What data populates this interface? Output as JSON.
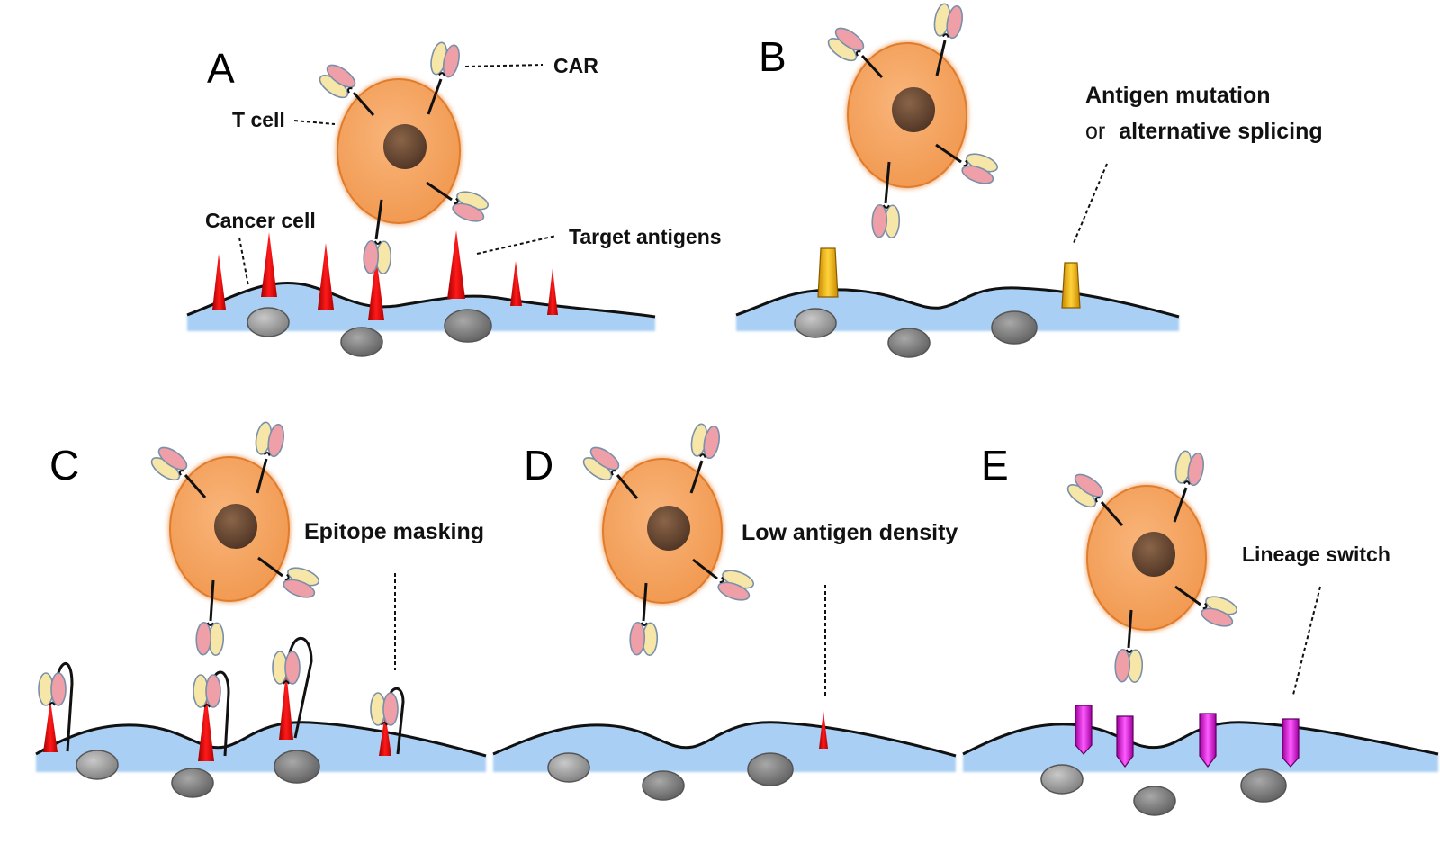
{
  "panels": {
    "a": {
      "letter": "A",
      "t_cell_label": "T cell",
      "car_label": "CAR",
      "cancer_cell_label": "Cancer cell",
      "target_antigens_label": "Target antigens"
    },
    "b": {
      "letter": "B",
      "callout_line1": "Antigen mutation",
      "callout_or": "or",
      "callout_line2": "alternative splicing"
    },
    "c": {
      "letter": "C",
      "callout": "Epitope masking"
    },
    "d": {
      "letter": "D",
      "callout": "Low antigen density"
    },
    "e": {
      "letter": "E",
      "callout": "Lineage switch"
    }
  },
  "colors": {
    "t_cell": "#f7a765",
    "nucleus": "#6b4a36",
    "membrane": "#a9cff4",
    "cancer_nucleus": "#8e8e8e",
    "target_antigen": "#d40000",
    "mutated_antigen": "#f0b400",
    "lineage_antigen": "#d41fd4",
    "car_light": "#f6e6a8",
    "car_pink": "#ef9fa8"
  },
  "icons": {
    "t_cell": "t-cell-icon",
    "cancer_cell": "cancer-cell-membrane",
    "car": "car-receptor-icon",
    "antigen": "antigen-spike-icon"
  }
}
